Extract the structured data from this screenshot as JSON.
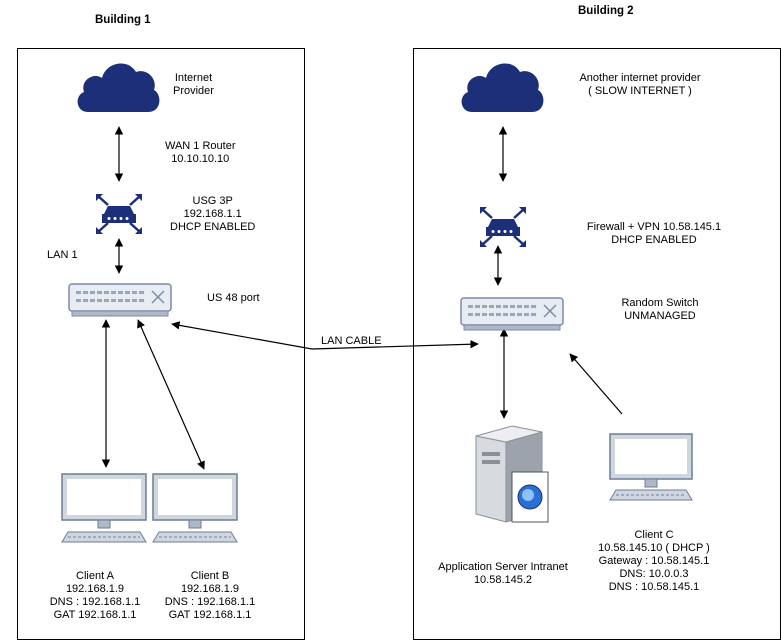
{
  "buildings": [
    {
      "title": "Building 1"
    },
    {
      "title": "Building 2"
    }
  ],
  "b1": {
    "cloud_label": [
      "Internet",
      "Provider"
    ],
    "wan_label": [
      "WAN 1 Router",
      "10.10.10.10"
    ],
    "usg_label": [
      "USG 3P",
      "192.168.1.1",
      "DHCP ENABLED"
    ],
    "lan_label": "LAN 1",
    "switch_label": "US 48 port",
    "client_a": [
      "Client A",
      "192.168.1.9",
      "DNS : 192.168.1.1",
      "GAT 192.168.1.1"
    ],
    "client_b": [
      "Client B",
      "192.168.1.9",
      "DNS : 192.168.1.1",
      "GAT 192.168.1.1"
    ]
  },
  "b2": {
    "cloud_label": [
      "Another internet provider",
      "( SLOW INTERNET )"
    ],
    "fw_label": [
      "Firewall + VPN 10.58.145.1",
      "DHCP ENABLED"
    ],
    "switch_label": [
      "Random Switch",
      "UNMANAGED"
    ],
    "server_label": [
      "Application Server Intranet",
      "10.58.145.2"
    ],
    "client_c": [
      "Client C",
      "10.58.145.10 ( DHCP )",
      "Gateway : 10.58.145.1",
      "DNS: 10.0.0.3",
      "DNS : 10.58.145.1"
    ]
  },
  "link_label": "LAN CABLE",
  "colors": {
    "cloud": "#1c2f78",
    "device": "#1c2f78",
    "switch_fill": "#e8ecf3",
    "monitor": "#cfd6e0"
  }
}
